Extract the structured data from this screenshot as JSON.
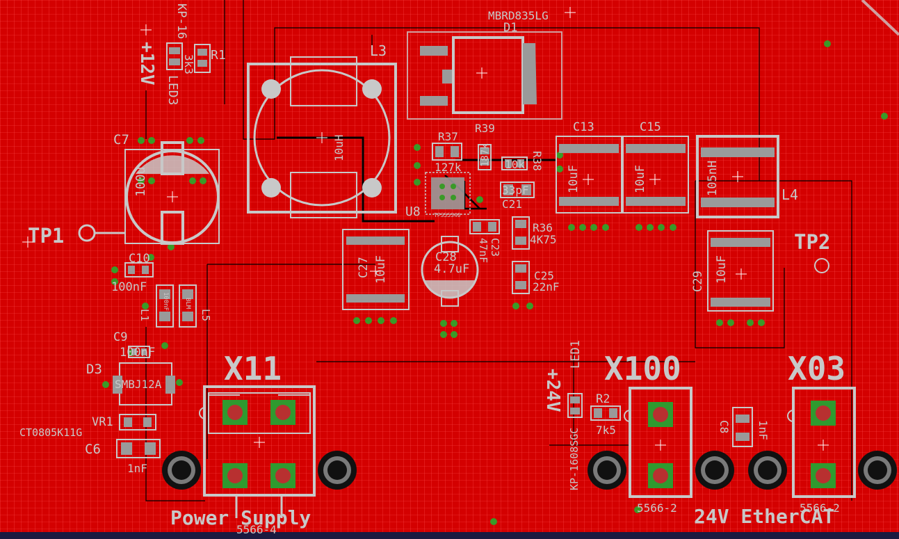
{
  "board": {
    "board_labels": [
      "Power Supply",
      "24V EtherCAT"
    ],
    "colors": {
      "copper_top": "#d40000",
      "grid": "#ffffff",
      "silkscreen": "#c8c8c8",
      "via": "#3a9a28",
      "pad_copper": "#2f9a2f",
      "drill_hole": "#b83030",
      "trace": "#000000"
    }
  },
  "components": {
    "kp_led3_part": "KP-16",
    "plus12v": "+12V",
    "r1": "R1",
    "r1_value": "3k3",
    "led3": "LED3",
    "c7": "C7",
    "c7_value": "100u",
    "tp1": "TP1",
    "c10": "C10",
    "c10_value": "100nF",
    "l1": "L1",
    "l1_part": "100nF",
    "l5": "L5",
    "l5_part": "BLM",
    "c9": "C9",
    "c9_value": "100nF",
    "d3": "D3",
    "d3_part": "SMBJ12A",
    "vr1": "VR1",
    "vr1_part": "CT0805K11G",
    "c6": "C6",
    "c6_value": "1nF",
    "l3": "L3",
    "l3_value": "10uH",
    "d1": "D1",
    "d1_part": "MBRD835LG",
    "r37": "R37",
    "r37_value": "127k",
    "r39": "R39",
    "r39_value": "187k",
    "r38": "R38",
    "r38_value": "10k",
    "u8": "U8",
    "u8_part": "TPS55340",
    "c21": "C21",
    "c21_value": "33pF",
    "c23": "C23",
    "c23_value": "47nF",
    "r36": "R36",
    "r36_value": "4K75",
    "c25": "C25",
    "c25_value": "22nF",
    "c27": "C27",
    "c27_value": "10uF",
    "c28": "C28",
    "c28_value": "4.7uF",
    "c13": "C13",
    "c13_value": "10uF",
    "c15": "C15",
    "c15_value": "10uF",
    "l4": "L4",
    "l4_value": "105nH",
    "c29": "C29",
    "c29_value": "10uF",
    "tp2": "TP2",
    "led1": "LED1",
    "led1_part": "KP-1608SGC",
    "plus24v": "+24V",
    "r2": "R2",
    "r2_value": "7k5",
    "c8": "C8",
    "c8_value": "1nF",
    "x11": "X11",
    "x11_part": "5566-4",
    "x100": "X100",
    "x100_part": "5566-2",
    "x03": "X03",
    "x03_part": "5566-2"
  }
}
